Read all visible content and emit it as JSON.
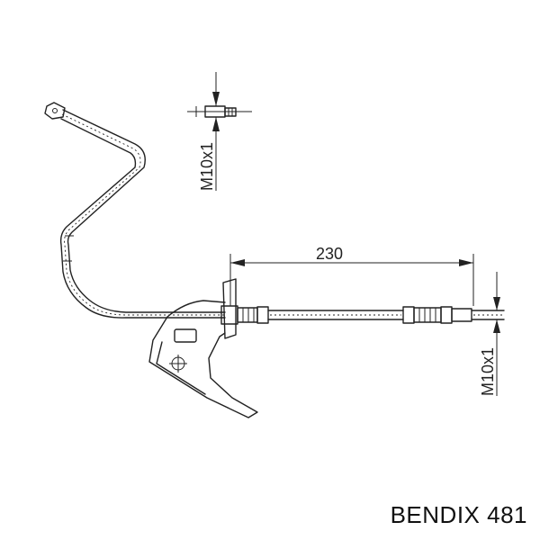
{
  "diagram": {
    "length_label": "230",
    "thread_label_left": "M10x1",
    "thread_label_right": "M10x1"
  },
  "brand": {
    "label": "BENDIX 481"
  }
}
